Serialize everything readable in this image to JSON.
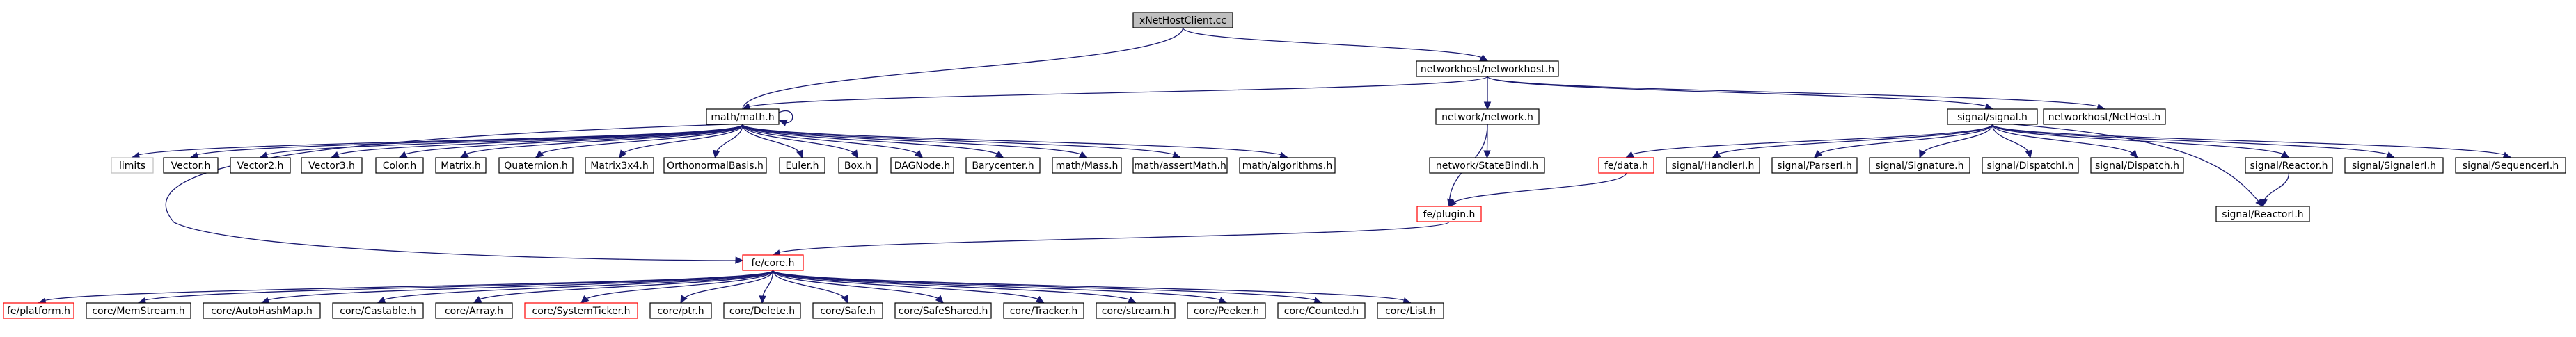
{
  "title": "xNetHostClient.cc",
  "nodes": [
    {
      "id": "root",
      "label": "xNetHostClient.cc",
      "style": "root"
    },
    {
      "id": "networkhost",
      "label": "networkhost/networkhost.h"
    },
    {
      "id": "math",
      "label": "math/math.h"
    },
    {
      "id": "network",
      "label": "network/network.h"
    },
    {
      "id": "signal",
      "label": "signal/signal.h"
    },
    {
      "id": "nethost",
      "label": "networkhost/NetHost.h"
    },
    {
      "id": "limits",
      "label": "limits",
      "style": "gray"
    },
    {
      "id": "vector",
      "label": "Vector.h"
    },
    {
      "id": "vector2",
      "label": "Vector2.h"
    },
    {
      "id": "vector3",
      "label": "Vector3.h"
    },
    {
      "id": "color",
      "label": "Color.h"
    },
    {
      "id": "matrix",
      "label": "Matrix.h"
    },
    {
      "id": "quaternion",
      "label": "Quaternion.h"
    },
    {
      "id": "matrix3x4",
      "label": "Matrix3x4.h"
    },
    {
      "id": "orthonormal",
      "label": "OrthonormalBasis.h"
    },
    {
      "id": "euler",
      "label": "Euler.h"
    },
    {
      "id": "box",
      "label": "Box.h"
    },
    {
      "id": "dagnode",
      "label": "DAGNode.h"
    },
    {
      "id": "barycenter",
      "label": "Barycenter.h"
    },
    {
      "id": "mass",
      "label": "math/Mass.h"
    },
    {
      "id": "assertmath",
      "label": "math/assertMath.h"
    },
    {
      "id": "algorithms",
      "label": "math/algorithms.h"
    },
    {
      "id": "statebindi",
      "label": "network/StateBindI.h"
    },
    {
      "id": "fedata",
      "label": "fe/data.h",
      "style": "red"
    },
    {
      "id": "handleri",
      "label": "signal/HandlerI.h"
    },
    {
      "id": "parseri",
      "label": "signal/ParserI.h"
    },
    {
      "id": "signature",
      "label": "signal/Signature.h"
    },
    {
      "id": "dispatchi",
      "label": "signal/DispatchI.h"
    },
    {
      "id": "dispatch",
      "label": "signal/Dispatch.h"
    },
    {
      "id": "reactor",
      "label": "signal/Reactor.h"
    },
    {
      "id": "signaleri",
      "label": "signal/SignalerI.h"
    },
    {
      "id": "sequenceri",
      "label": "signal/SequencerI.h"
    },
    {
      "id": "plugin",
      "label": "fe/plugin.h",
      "style": "red"
    },
    {
      "id": "reactori",
      "label": "signal/ReactorI.h"
    },
    {
      "id": "core",
      "label": "fe/core.h",
      "style": "red"
    },
    {
      "id": "platform",
      "label": "fe/platform.h",
      "style": "red"
    },
    {
      "id": "memstream",
      "label": "core/MemStream.h"
    },
    {
      "id": "autohashmap",
      "label": "core/AutoHashMap.h"
    },
    {
      "id": "castable",
      "label": "core/Castable.h"
    },
    {
      "id": "array",
      "label": "core/Array.h"
    },
    {
      "id": "systemticker",
      "label": "core/SystemTicker.h",
      "style": "red"
    },
    {
      "id": "ptr",
      "label": "core/ptr.h"
    },
    {
      "id": "delete",
      "label": "core/Delete.h"
    },
    {
      "id": "safe",
      "label": "core/Safe.h"
    },
    {
      "id": "safeshared",
      "label": "core/SafeShared.h"
    },
    {
      "id": "tracker",
      "label": "core/Tracker.h"
    },
    {
      "id": "stream",
      "label": "core/stream.h"
    },
    {
      "id": "peeker",
      "label": "core/Peeker.h"
    },
    {
      "id": "counted",
      "label": "core/Counted.h"
    },
    {
      "id": "list",
      "label": "core/List.h"
    }
  ],
  "edges": [
    [
      "root",
      "networkhost"
    ],
    [
      "root",
      "math"
    ],
    [
      "networkhost",
      "math"
    ],
    [
      "networkhost",
      "network"
    ],
    [
      "networkhost",
      "signal"
    ],
    [
      "networkhost",
      "nethost"
    ],
    [
      "math",
      "limits"
    ],
    [
      "math",
      "vector"
    ],
    [
      "math",
      "vector2"
    ],
    [
      "math",
      "vector3"
    ],
    [
      "math",
      "color"
    ],
    [
      "math",
      "matrix"
    ],
    [
      "math",
      "quaternion"
    ],
    [
      "math",
      "matrix3x4"
    ],
    [
      "math",
      "orthonormal"
    ],
    [
      "math",
      "euler"
    ],
    [
      "math",
      "box"
    ],
    [
      "math",
      "dagnode"
    ],
    [
      "math",
      "barycenter"
    ],
    [
      "math",
      "mass"
    ],
    [
      "math",
      "assertmath"
    ],
    [
      "math",
      "algorithms"
    ],
    [
      "math",
      "core"
    ],
    [
      "math",
      "math"
    ],
    [
      "network",
      "statebindi"
    ],
    [
      "network",
      "plugin"
    ],
    [
      "signal",
      "fedata"
    ],
    [
      "signal",
      "handleri"
    ],
    [
      "signal",
      "parseri"
    ],
    [
      "signal",
      "signature"
    ],
    [
      "signal",
      "dispatchi"
    ],
    [
      "signal",
      "dispatch"
    ],
    [
      "signal",
      "reactor"
    ],
    [
      "signal",
      "signaleri"
    ],
    [
      "signal",
      "sequenceri"
    ],
    [
      "signal",
      "reactori"
    ],
    [
      "fedata",
      "plugin"
    ],
    [
      "reactor",
      "reactori"
    ],
    [
      "plugin",
      "core"
    ],
    [
      "core",
      "platform"
    ],
    [
      "core",
      "memstream"
    ],
    [
      "core",
      "autohashmap"
    ],
    [
      "core",
      "castable"
    ],
    [
      "core",
      "array"
    ],
    [
      "core",
      "systemticker"
    ],
    [
      "core",
      "ptr"
    ],
    [
      "core",
      "delete"
    ],
    [
      "core",
      "safe"
    ],
    [
      "core",
      "safeshared"
    ],
    [
      "core",
      "tracker"
    ],
    [
      "core",
      "stream"
    ],
    [
      "core",
      "peeker"
    ],
    [
      "core",
      "counted"
    ],
    [
      "core",
      "list"
    ]
  ]
}
